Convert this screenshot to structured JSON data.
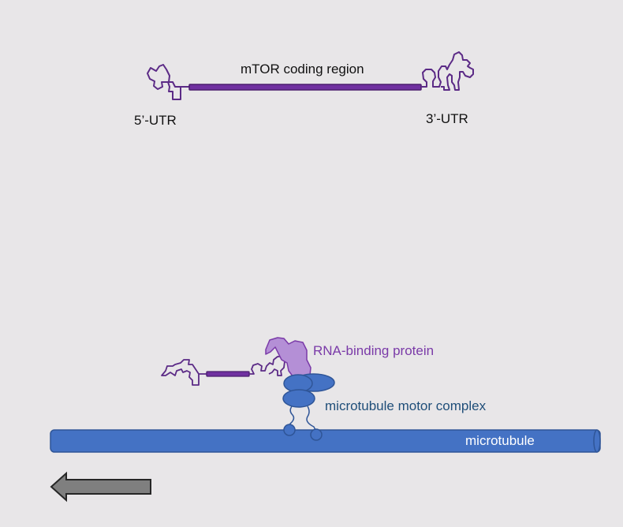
{
  "labels": {
    "coding_region": "mTOR coding region",
    "utr5": "5’-UTR",
    "utr3": "3’-UTR",
    "rna_binding_protein": "RNA-binding protein",
    "motor_complex": "microtubule motor complex",
    "microtubule": "microtubule"
  },
  "colors": {
    "background": "#e8e6e8",
    "mrna_line": "#5b2a86",
    "coding_fill": "#7030a0",
    "rbp_fill": "#b48fd6",
    "rbp_stroke": "#7a3aa8",
    "motor_fill": "#4472c4",
    "motor_stroke": "#2f5597",
    "microtubule_fill": "#4472c4",
    "arrow_fill": "#7f7f7f"
  },
  "arrow": {
    "direction": "left"
  }
}
